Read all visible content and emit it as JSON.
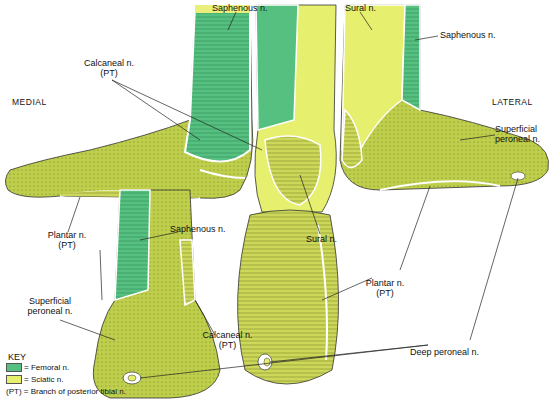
{
  "diagram": {
    "labels": [
      "Saphenous n.",
      "Sural n.",
      "Saphenous n.",
      "Calcaneal n. (PT)",
      "MEDIAL",
      "LATERAL",
      "Superficial peroneal n.",
      "Sural n.",
      "Plantar n. (PT)",
      "Saphenous n.",
      "Plantar n. (PT)",
      "Superficial peroneal n.",
      "Calcaneal n. (PT)",
      "Deep peroneal n.",
      "KEY"
    ],
    "legend": [
      {
        "text": "= Femoral n.",
        "color": "#55c07f"
      },
      {
        "text": "= Sciatic n.",
        "color": "#e6ef6e"
      },
      {
        "text": "(PT) = Branch of posterior tibial n."
      }
    ]
  }
}
